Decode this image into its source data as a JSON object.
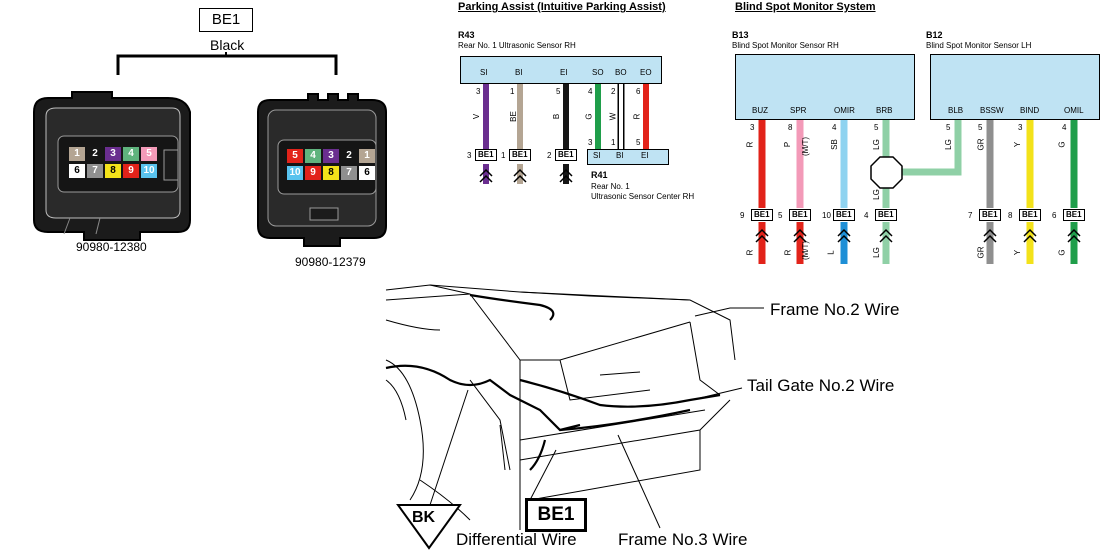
{
  "connector": {
    "id": "BE1",
    "color": "Black",
    "left_part": "90980-12380",
    "right_part": "90980-12379",
    "left_pins": [
      {
        "n": "1",
        "bg": "#b4a593",
        "fg": "#fff"
      },
      {
        "n": "2",
        "bg": "#161616",
        "fg": "#fff"
      },
      {
        "n": "3",
        "bg": "#6a2e8f",
        "fg": "#fff"
      },
      {
        "n": "4",
        "bg": "#5fb37d",
        "fg": "#fff"
      },
      {
        "n": "5",
        "bg": "#f39ab8",
        "fg": "#fff"
      },
      {
        "n": "6",
        "bg": "#ffffff",
        "fg": "#000"
      },
      {
        "n": "7",
        "bg": "#8f8f8f",
        "fg": "#fff"
      },
      {
        "n": "8",
        "bg": "#f3e21a",
        "fg": "#000"
      },
      {
        "n": "9",
        "bg": "#e2231a",
        "fg": "#fff"
      },
      {
        "n": "10",
        "bg": "#59c3ee",
        "fg": "#fff"
      }
    ],
    "right_pins": [
      {
        "n": "5",
        "bg": "#e2231a",
        "fg": "#fff"
      },
      {
        "n": "4",
        "bg": "#5fb37d",
        "fg": "#fff"
      },
      {
        "n": "3",
        "bg": "#6a2e8f",
        "fg": "#fff"
      },
      {
        "n": "2",
        "bg": "#161616",
        "fg": "#fff"
      },
      {
        "n": "1",
        "bg": "#b4a593",
        "fg": "#fff"
      },
      {
        "n": "10",
        "bg": "#59c3ee",
        "fg": "#fff"
      },
      {
        "n": "9",
        "bg": "#e2231a",
        "fg": "#fff"
      },
      {
        "n": "8",
        "bg": "#f3e21a",
        "fg": "#000"
      },
      {
        "n": "7",
        "bg": "#8f8f8f",
        "fg": "#fff"
      },
      {
        "n": "6",
        "bg": "#ffffff",
        "fg": "#000"
      }
    ]
  },
  "parking": {
    "title": "Parking Assist (Intuitive Parking Assist)",
    "r43_code": "R43",
    "r43_name": "Rear No. 1 Ultrasonic Sensor RH",
    "r43_pins": [
      "SI",
      "BI",
      "EI",
      "SO",
      "BO",
      "EO"
    ],
    "r41_code": "R41",
    "r41_name1": "Rear No. 1",
    "r41_name2": "Ultrasonic Sensor Center RH",
    "r41_pins": [
      "SI",
      "BI",
      "EI"
    ],
    "wires": [
      {
        "top_pin": "3",
        "color_code": "V",
        "conn_pin": "3",
        "conn": "BE1",
        "hex": "#6a2e8f"
      },
      {
        "top_pin": "1",
        "color_code": "BE",
        "conn_pin": "1",
        "conn": "BE1",
        "hex": "#b4a593"
      },
      {
        "top_pin": "5",
        "color_code": "B",
        "conn_pin": "2",
        "conn": "BE1",
        "hex": "#161616"
      },
      {
        "top_pin": "4",
        "color_code": "G",
        "bottom_pin": "3",
        "hex": "#1f9e4a"
      },
      {
        "top_pin": "2",
        "color_code": "W",
        "bottom_pin": "1",
        "hex": "#ffffff"
      },
      {
        "top_pin": "6",
        "color_code": "R",
        "bottom_pin": "5",
        "hex": "#e2231a"
      }
    ]
  },
  "bsm": {
    "title": "Blind Spot Monitor System",
    "b13_code": "B13",
    "b13_name": "Blind Spot Monitor Sensor RH",
    "b12_code": "B12",
    "b12_name": "Blind Spot Monitor Sensor LH",
    "b13_pins": [
      "BUZ",
      "SPR",
      "OMIR",
      "BRB"
    ],
    "b12_pins": [
      "BLB",
      "BSSW",
      "BIND",
      "OMIL"
    ],
    "wires": [
      {
        "top_pin": "3",
        "color_code": "R",
        "conn_pin": "9",
        "conn": "BE1",
        "bottom_code": "R",
        "hex": "#e2231a"
      },
      {
        "top_pin": "8",
        "color_code": "P",
        "mt": "(M/T)",
        "conn_pin": "5",
        "conn": "BE1",
        "bottom_code": "R",
        "bottom_mt": "(M/T)",
        "hex": "#f39ab8",
        "bottom_hex": "#e2231a"
      },
      {
        "top_pin": "4",
        "color_code": "SB",
        "conn_pin": "10",
        "conn": "BE1",
        "bottom_code": "L",
        "hex": "#8fd3f0",
        "bottom_hex": "#1e8fd6"
      },
      {
        "top_pin": "5",
        "color_code": "LG",
        "conn_pin": "4",
        "conn": "BE1",
        "bottom_code": "LG",
        "mid_code": "LG",
        "hex": "#8fd0a6"
      },
      {
        "top_pin": "5",
        "color_code": "LG",
        "hex": "#8fd0a6"
      },
      {
        "top_pin": "5",
        "color_code": "GR",
        "conn_pin": "7",
        "conn": "BE1",
        "bottom_code": "GR",
        "hex": "#8f8f8f"
      },
      {
        "top_pin": "3",
        "color_code": "Y",
        "conn_pin": "8",
        "conn": "BE1",
        "bottom_code": "Y",
        "hex": "#f3e21a"
      },
      {
        "top_pin": "4",
        "color_code": "G",
        "conn_pin": "6",
        "conn": "BE1",
        "bottom_code": "G",
        "hex": "#1f9e4a"
      }
    ]
  },
  "vehicle": {
    "callouts": [
      "Frame No.2 Wire",
      "Tail Gate No.2 Wire",
      "Differential Wire",
      "Frame No.3 Wire"
    ],
    "bk_label": "BK",
    "be1_label": "BE1"
  }
}
